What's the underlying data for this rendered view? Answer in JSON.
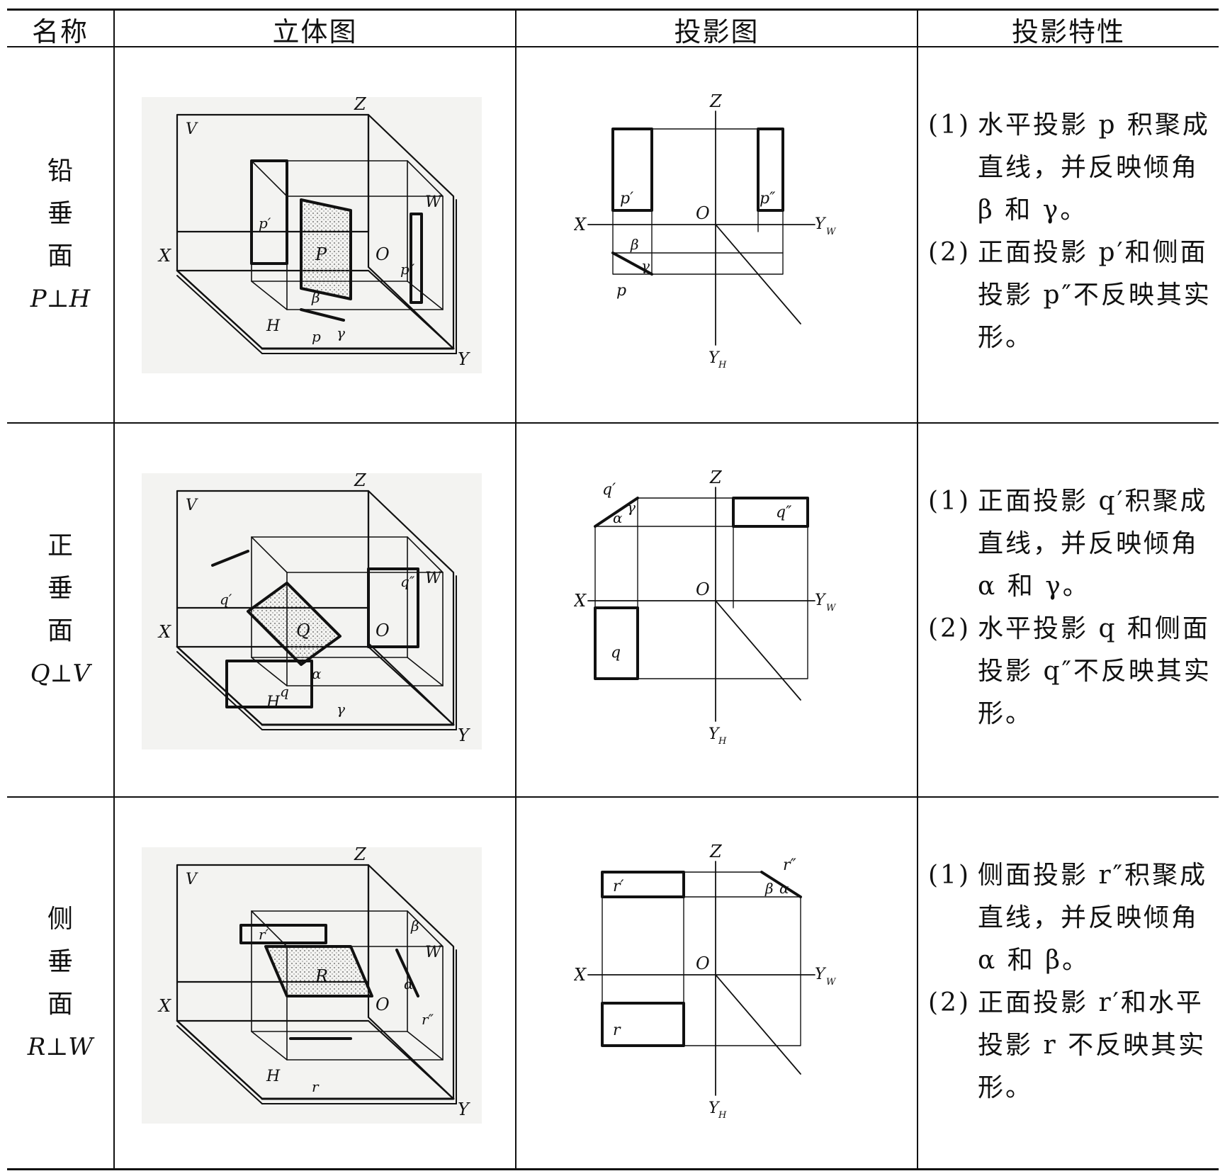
{
  "headers": {
    "name": "名称",
    "stereo": "立体图",
    "projection": "投影图",
    "property": "投影特性"
  },
  "rows": [
    {
      "name_chars": [
        "铅",
        "垂",
        "面"
      ],
      "relation": "P⊥H",
      "stereo_labels": {
        "Z": "Z",
        "V": "V",
        "W": "W",
        "X": "X",
        "H": "H",
        "Y": "Y",
        "O": "O",
        "plane": "P",
        "front": "p′",
        "side": "p″",
        "horiz": "p",
        "angle1": "β",
        "angle2": "γ"
      },
      "proj_labels": {
        "Z": "Z",
        "X": "X",
        "YW": "Y",
        "YW_sub": "W",
        "YH": "Y",
        "YH_sub": "H",
        "O": "O",
        "front": "p′",
        "side": "p″",
        "horiz": "p",
        "angle1": "β",
        "angle2": "γ"
      },
      "properties": [
        {
          "num": "(1)",
          "text": "水平投影 p 积聚成直线，并反映倾角 β 和 γ。"
        },
        {
          "num": "(2)",
          "text": "正面投影 p′和侧面投影 p″不反映其实形。"
        }
      ]
    },
    {
      "name_chars": [
        "正",
        "垂",
        "面"
      ],
      "relation": "Q⊥V",
      "stereo_labels": {
        "Z": "Z",
        "V": "V",
        "W": "W",
        "X": "X",
        "H": "H",
        "Y": "Y",
        "O": "O",
        "plane": "Q",
        "front": "q′",
        "side": "q″",
        "horiz": "q",
        "angle1": "α",
        "angle2": "γ"
      },
      "proj_labels": {
        "Z": "Z",
        "X": "X",
        "YW": "Y",
        "YW_sub": "W",
        "YH": "Y",
        "YH_sub": "H",
        "O": "O",
        "front": "q′",
        "side": "q″",
        "horiz": "q",
        "angle1": "α",
        "angle2": "γ"
      },
      "properties": [
        {
          "num": "(1)",
          "text": "正面投影 q′积聚成直线，并反映倾角 α 和 γ。"
        },
        {
          "num": "(2)",
          "text": "水平投影 q 和侧面投影 q″不反映其实形。"
        }
      ]
    },
    {
      "name_chars": [
        "侧",
        "垂",
        "面"
      ],
      "relation": "R⊥W",
      "stereo_labels": {
        "Z": "Z",
        "V": "V",
        "W": "W",
        "X": "X",
        "H": "H",
        "Y": "Y",
        "O": "O",
        "plane": "R",
        "front": "r′",
        "side": "r″",
        "horiz": "r",
        "angle1": "β",
        "angle2": "α"
      },
      "proj_labels": {
        "Z": "Z",
        "X": "X",
        "YW": "Y",
        "YW_sub": "W",
        "YH": "Y",
        "YH_sub": "H",
        "O": "O",
        "front": "r′",
        "side": "r″",
        "horiz": "r",
        "angle1": "β",
        "angle2": "α"
      },
      "properties": [
        {
          "num": "(1)",
          "text": "侧面投影 r″积聚成直线，并反映倾角 α 和 β。"
        },
        {
          "num": "(2)",
          "text": "正面投影 r′和水平投影 r 不反映其实形。"
        }
      ]
    }
  ]
}
